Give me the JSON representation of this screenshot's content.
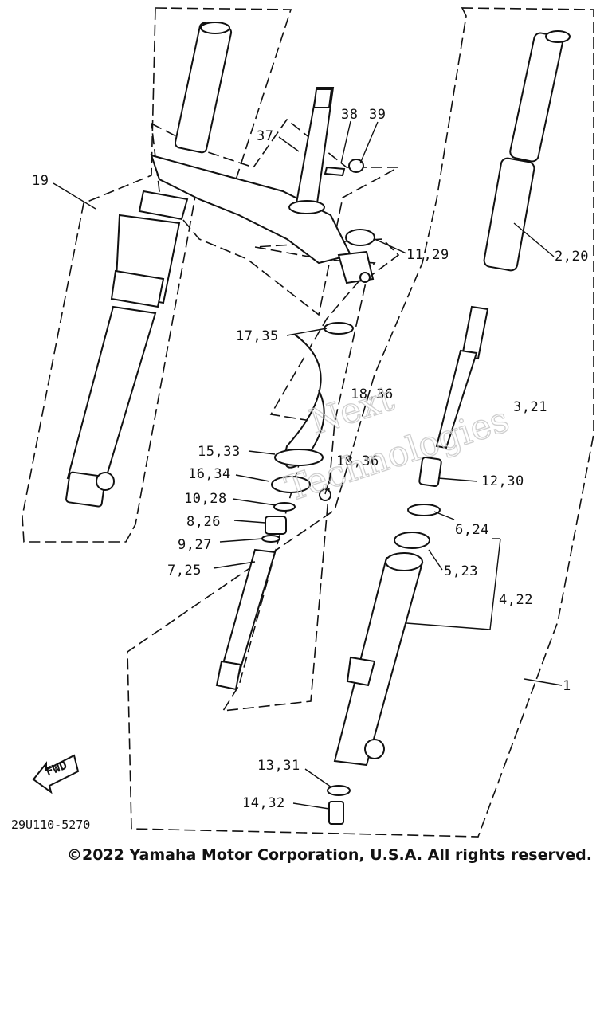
{
  "callouts": [
    {
      "id": "c1",
      "text": "38"
    },
    {
      "id": "c2",
      "text": "39"
    },
    {
      "id": "c3",
      "text": "37"
    },
    {
      "id": "c4",
      "text": "19"
    },
    {
      "id": "c5",
      "text": "11,29"
    },
    {
      "id": "c6",
      "text": "2,20"
    },
    {
      "id": "c7",
      "text": "17,35"
    },
    {
      "id": "c8",
      "text": "18,36"
    },
    {
      "id": "c9",
      "text": "3,21"
    },
    {
      "id": "c10",
      "text": "15,33"
    },
    {
      "id": "c11",
      "text": "18,36"
    },
    {
      "id": "c12",
      "text": "16,34"
    },
    {
      "id": "c13",
      "text": "12,30"
    },
    {
      "id": "c14",
      "text": "10,28"
    },
    {
      "id": "c15",
      "text": "6,24"
    },
    {
      "id": "c16",
      "text": "8,26"
    },
    {
      "id": "c17",
      "text": "9,27"
    },
    {
      "id": "c18",
      "text": "5,23"
    },
    {
      "id": "c19",
      "text": "7,25"
    },
    {
      "id": "c20",
      "text": "4,22"
    },
    {
      "id": "c21",
      "text": "1"
    },
    {
      "id": "c22",
      "text": "13,31"
    },
    {
      "id": "c23",
      "text": "14,32"
    }
  ],
  "fwd_label": "FWD",
  "diagram_code": "29U110-5270",
  "copyright": "©2022 Yamaha Motor Corporation, U.S.A. All rights reserved.",
  "watermark": {
    "line1": "Next",
    "line2": "Technologies"
  }
}
